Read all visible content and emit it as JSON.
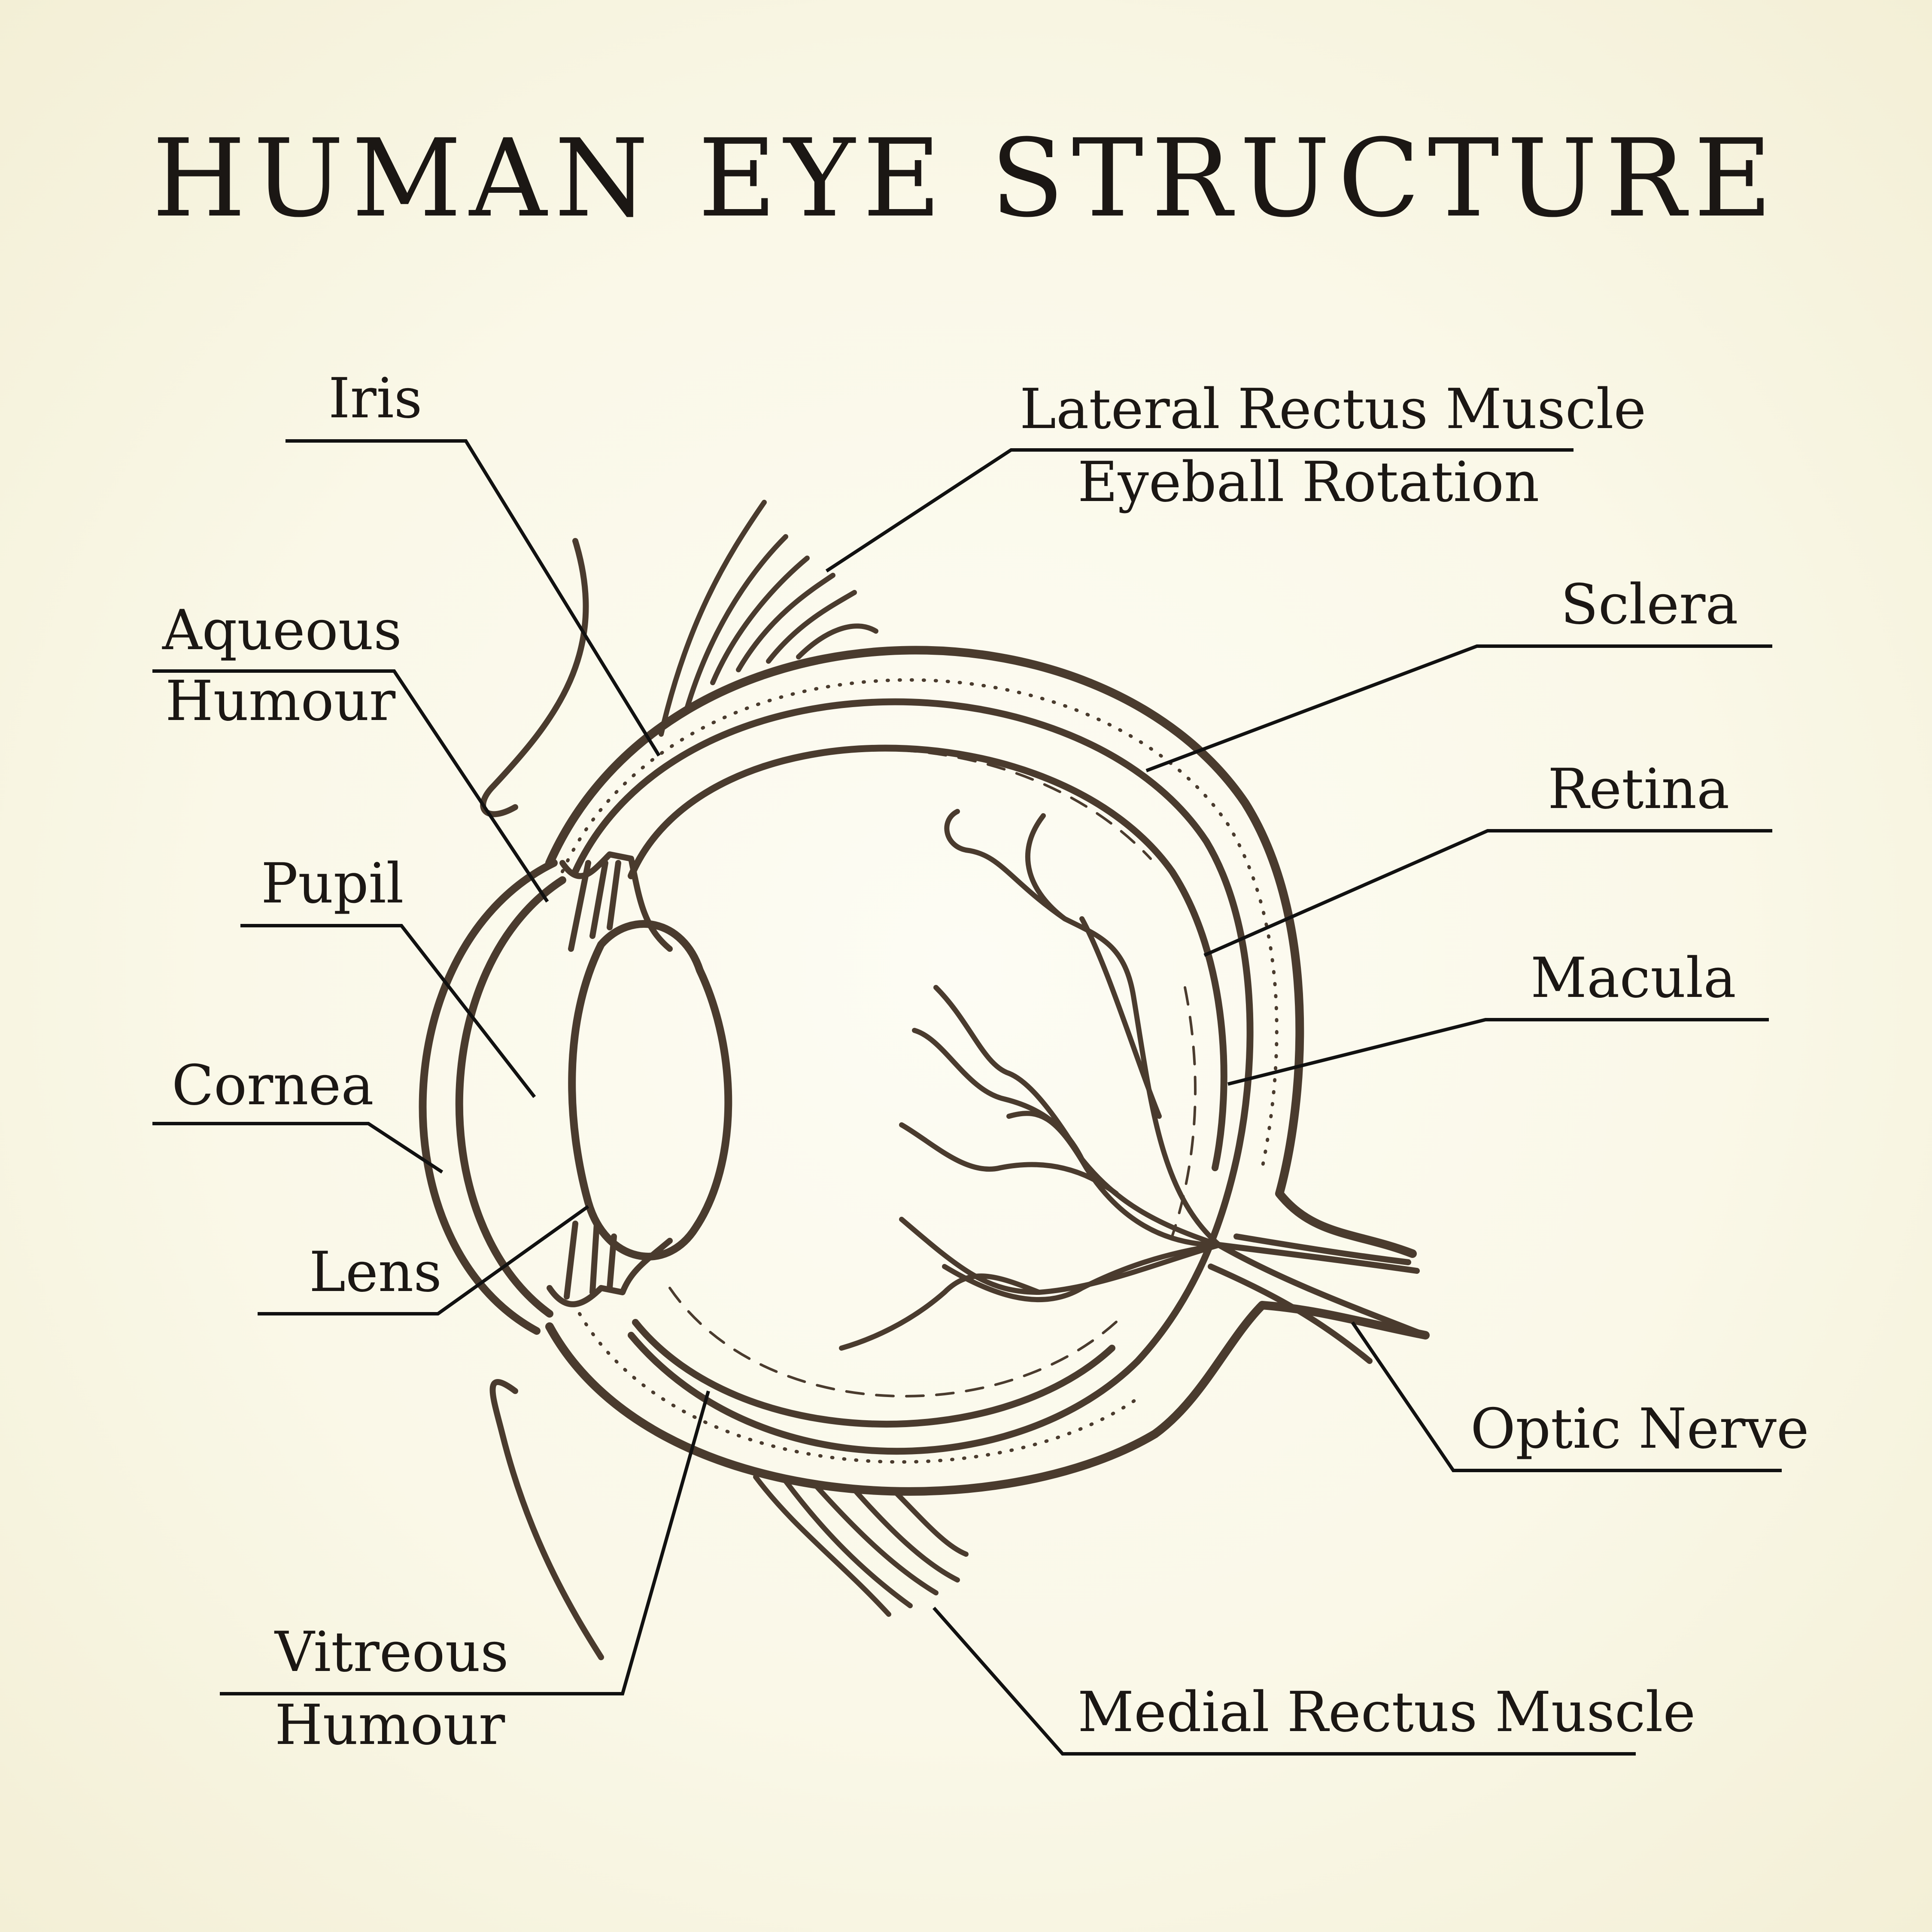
{
  "title": "HUMAN EYE STRUCTURE",
  "colors": {
    "ink": "#4a3b2e",
    "text": "#1b1714",
    "background": "#faf8e8"
  },
  "labels": {
    "iris": "Iris",
    "aqueous_humour_1": "Aqueous",
    "aqueous_humour_2": "Humour",
    "pupil": "Pupil",
    "cornea": "Cornea",
    "lens": "Lens",
    "vitreous_humour_1": "Vitreous",
    "vitreous_humour_2": "Humour",
    "lateral_rectus_1": "Lateral Rectus Muscle",
    "lateral_rectus_2": "Eyeball Rotation",
    "sclera": "Sclera",
    "retina": "Retina",
    "macula": "Macula",
    "optic_nerve": "Optic Nerve",
    "medial_rectus": "Medial Rectus Muscle"
  }
}
